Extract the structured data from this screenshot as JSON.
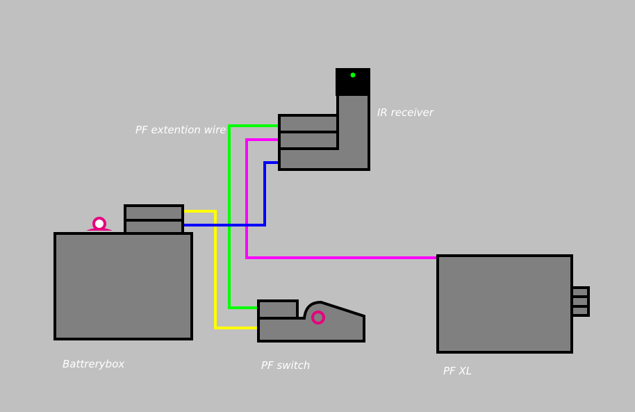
{
  "labels": {
    "ext_wire": "PF extention wire",
    "ir_receiver": "IR receiver",
    "battery_box": "Battrerybox",
    "pf_switch": "PF switch",
    "pf_xl": "PF XL"
  },
  "colors": {
    "background": "#c0c0c0",
    "body": "#808080",
    "outline": "#000000",
    "wire_green": "#00ff00",
    "wire_magenta": "#ff00ff",
    "wire_blue": "#0000ff",
    "wire_yellow": "#ffff00",
    "knob": "#e6007e",
    "ir_led": "#00ff00"
  }
}
